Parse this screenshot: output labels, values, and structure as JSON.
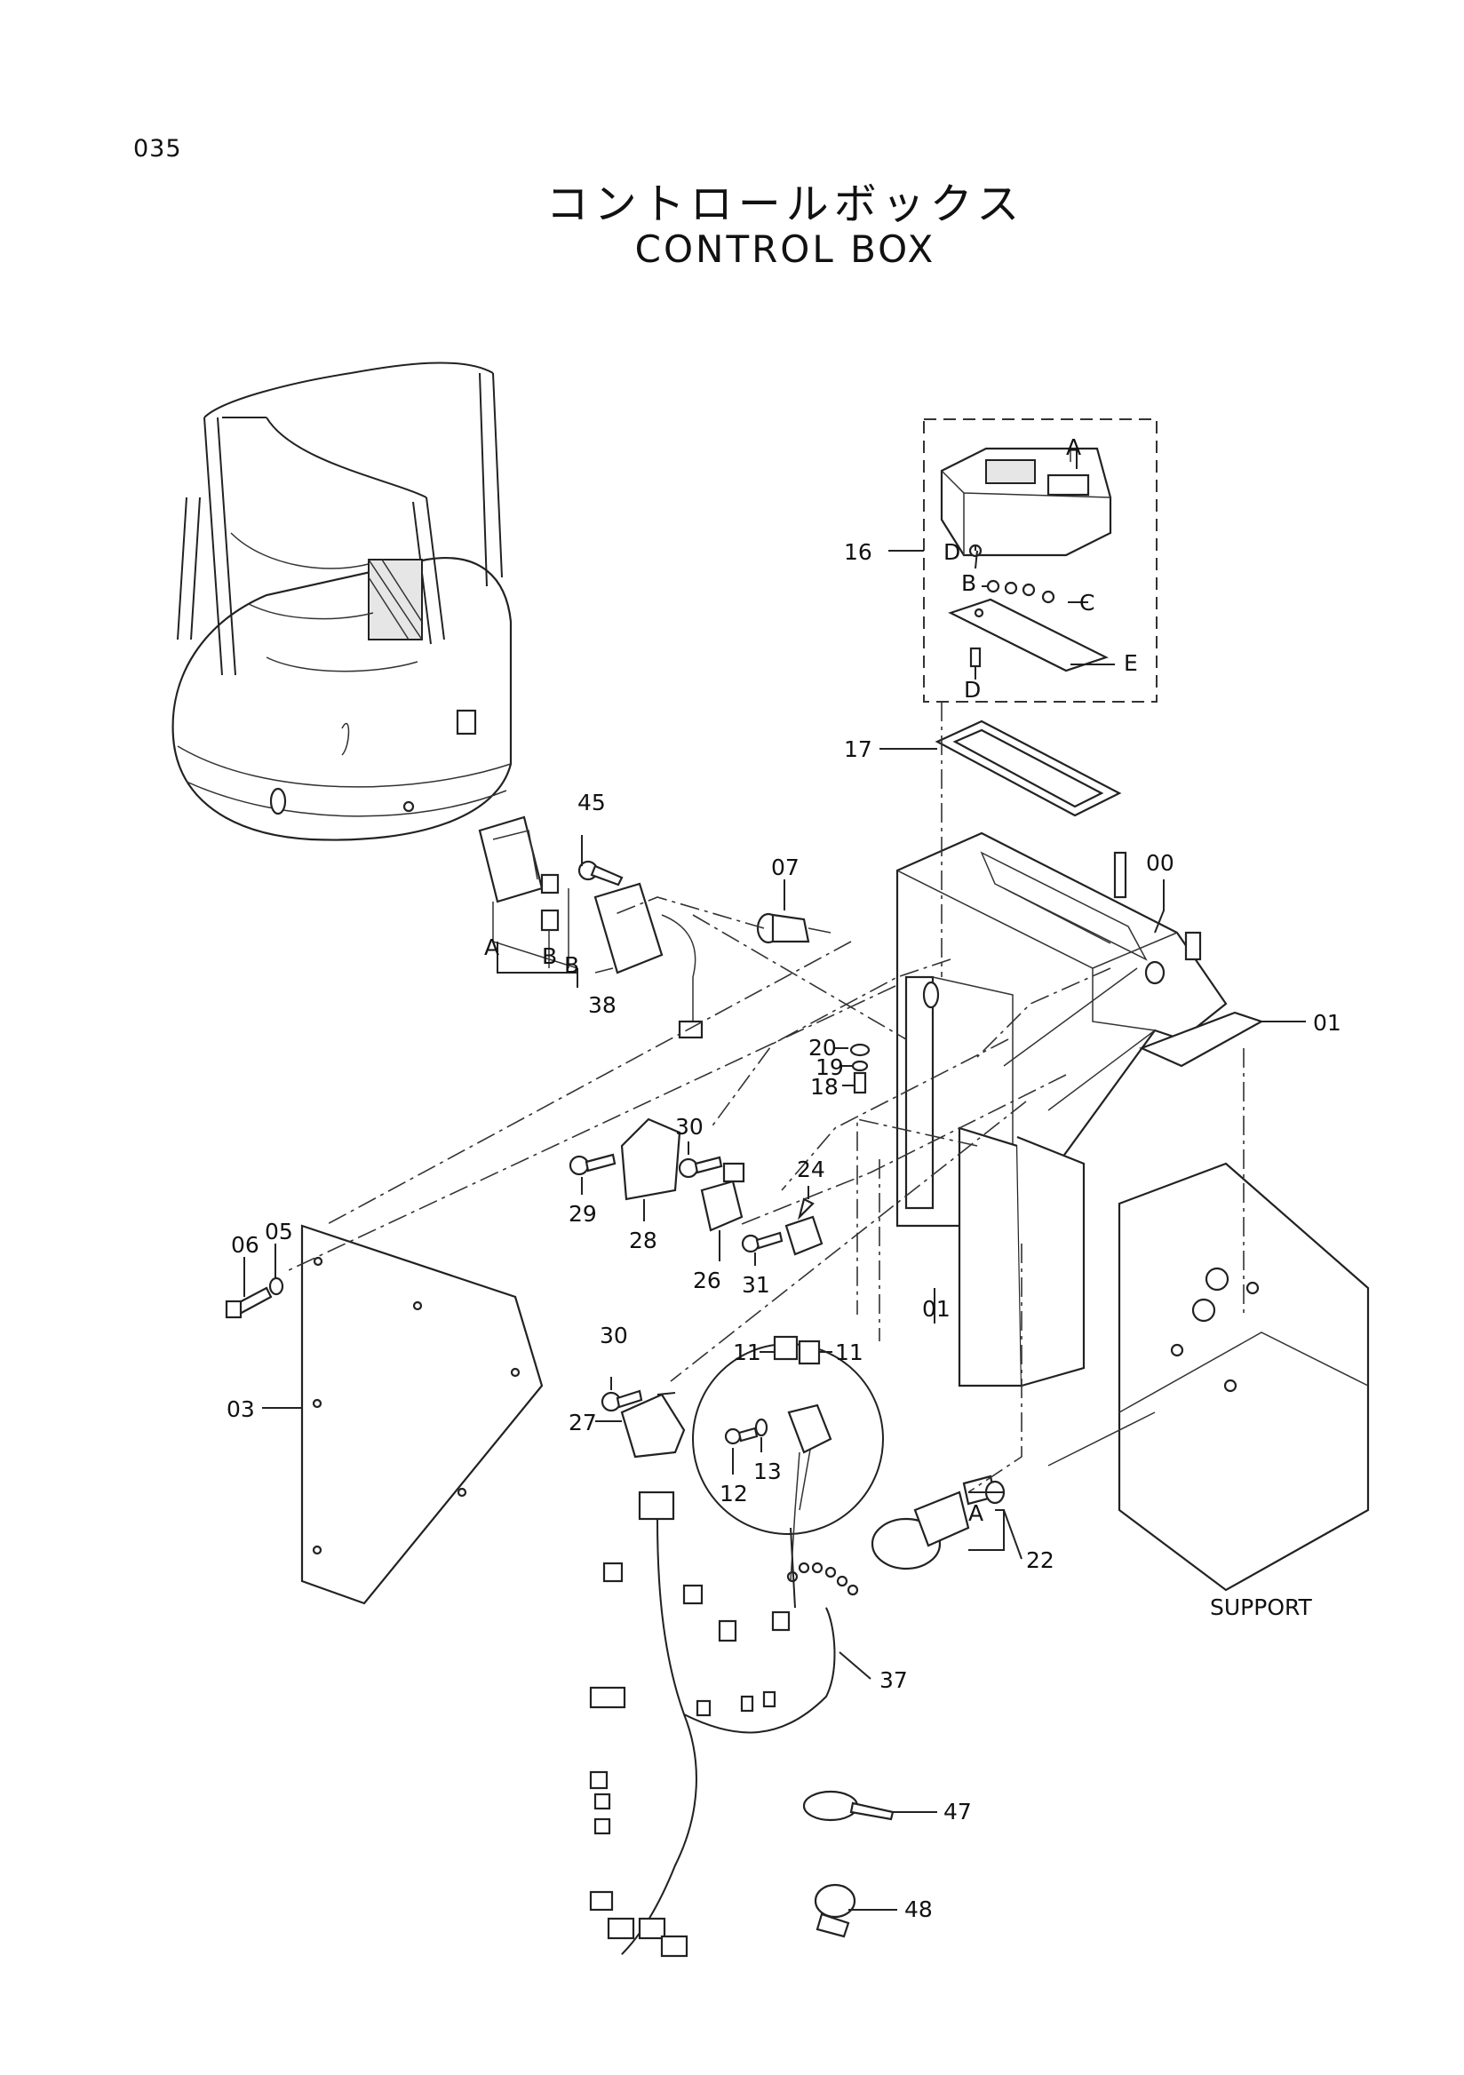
{
  "page": {
    "number": "035"
  },
  "title": {
    "jp": "コントロールボックス",
    "en": "CONTROL BOX"
  },
  "support_label": "SUPPORT",
  "callouts": [
    {
      "key": "c16",
      "text": "16"
    },
    {
      "key": "c17",
      "text": "17"
    },
    {
      "key": "c00",
      "text": "00"
    },
    {
      "key": "c01a",
      "text": "01"
    },
    {
      "key": "c01b",
      "text": "01"
    },
    {
      "key": "c03",
      "text": "03"
    },
    {
      "key": "c05",
      "text": "05"
    },
    {
      "key": "c06",
      "text": "06"
    },
    {
      "key": "c07",
      "text": "07"
    },
    {
      "key": "c11a",
      "text": "11"
    },
    {
      "key": "c11b",
      "text": "11"
    },
    {
      "key": "c12",
      "text": "12"
    },
    {
      "key": "c13",
      "text": "13"
    },
    {
      "key": "c18",
      "text": "18"
    },
    {
      "key": "c19",
      "text": "19"
    },
    {
      "key": "c20",
      "text": "20"
    },
    {
      "key": "c22",
      "text": "22"
    },
    {
      "key": "c24",
      "text": "24"
    },
    {
      "key": "c26",
      "text": "26"
    },
    {
      "key": "c27",
      "text": "27"
    },
    {
      "key": "c28",
      "text": "28"
    },
    {
      "key": "c29",
      "text": "29"
    },
    {
      "key": "c30a",
      "text": "30"
    },
    {
      "key": "c30b",
      "text": "30"
    },
    {
      "key": "c31",
      "text": "31"
    },
    {
      "key": "c37",
      "text": "37"
    },
    {
      "key": "c38",
      "text": "38"
    },
    {
      "key": "c45",
      "text": "45"
    },
    {
      "key": "c47",
      "text": "47"
    },
    {
      "key": "c48",
      "text": "48"
    }
  ],
  "letters": [
    {
      "key": "lA16",
      "text": "A"
    },
    {
      "key": "lB16",
      "text": "B"
    },
    {
      "key": "lC16",
      "text": "C"
    },
    {
      "key": "lD16a",
      "text": "D"
    },
    {
      "key": "lD16b",
      "text": "D"
    },
    {
      "key": "lE16",
      "text": "E"
    },
    {
      "key": "lA38",
      "text": "A"
    },
    {
      "key": "lB38a",
      "text": "B"
    },
    {
      "key": "lB38b",
      "text": "B"
    },
    {
      "key": "lA22",
      "text": "A"
    }
  ]
}
